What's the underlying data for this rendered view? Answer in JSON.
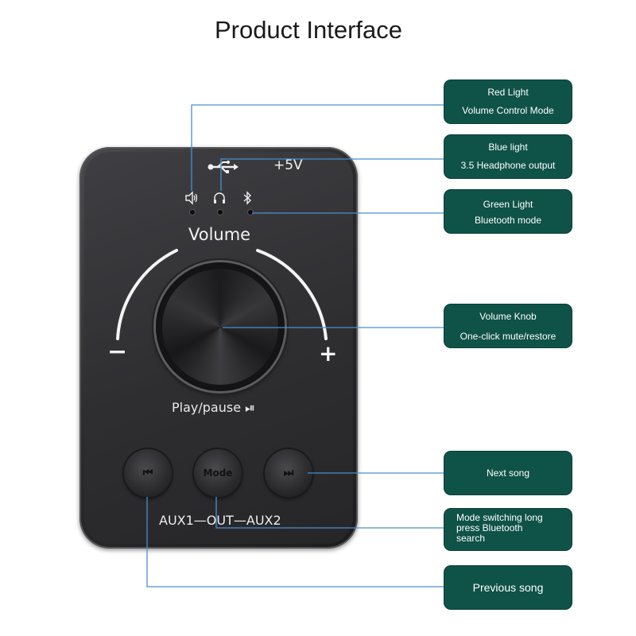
{
  "title": "Product Interface",
  "device": {
    "usb_label": "+5V",
    "indicator_icons": [
      "speaker-icon",
      "headphone-icon",
      "bluetooth-icon"
    ],
    "volume_label": "Volume",
    "minus_label": "−",
    "plus_label": "+",
    "play_label": "Play/pause ⏯",
    "buttons": [
      {
        "icon": "previous-icon",
        "glyph": "⏮"
      },
      {
        "icon": "mode-icon",
        "glyph": "Mode"
      },
      {
        "icon": "next-icon",
        "glyph": "⏭"
      }
    ],
    "aux_label": "AUX1—OUT—AUX2"
  },
  "callouts": {
    "red": {
      "line1": "Red Light",
      "line2": "Volume Control Mode"
    },
    "blue": {
      "line1": "Blue light",
      "line2": "3.5 Headphone output"
    },
    "green": {
      "line1": "Green Light",
      "line2": "Bluetooth mode"
    },
    "knob": {
      "line1": "Volume Knob",
      "line2": "One-click mute/restore"
    },
    "next": {
      "line1": "Next song"
    },
    "mode": {
      "line1": "Mode switching long",
      "line2": "press Bluetooth",
      "line3": "search"
    },
    "previous": {
      "line1": "Previous song"
    }
  },
  "colors": {
    "callout_bg": "#0f5248",
    "connector": "#4a8fd0",
    "device_body": "#2e2e31"
  }
}
